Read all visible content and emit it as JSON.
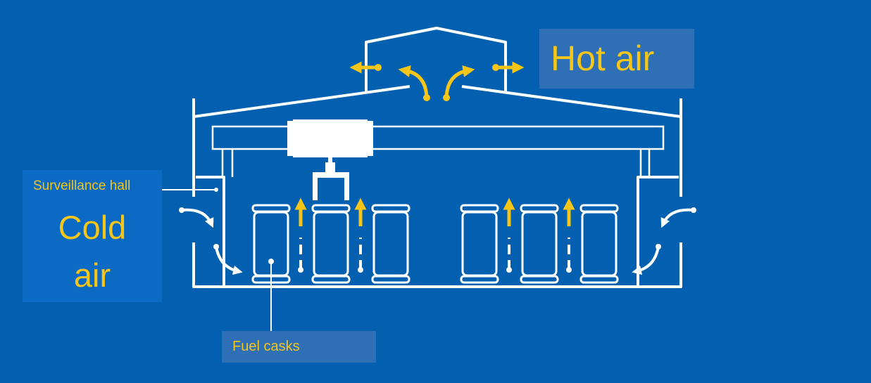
{
  "labels": {
    "hot_air": "Hot air",
    "surveillance_hall": "Surveillance hall",
    "cold_air": "Cold\nair",
    "fuel_casks": "Fuel casks"
  },
  "colors": {
    "background": "#0360b1",
    "structure": "#ffffff",
    "airflow": "#f5c518",
    "label_text": "#f5c518",
    "label_box": "#2e6fb5"
  },
  "icons": {
    "crane": "gantry-crane-icon",
    "cask": "fuel-cask-icon",
    "airflow_up": "arrow-up-icon",
    "airflow_out": "arrow-outward-icon"
  }
}
